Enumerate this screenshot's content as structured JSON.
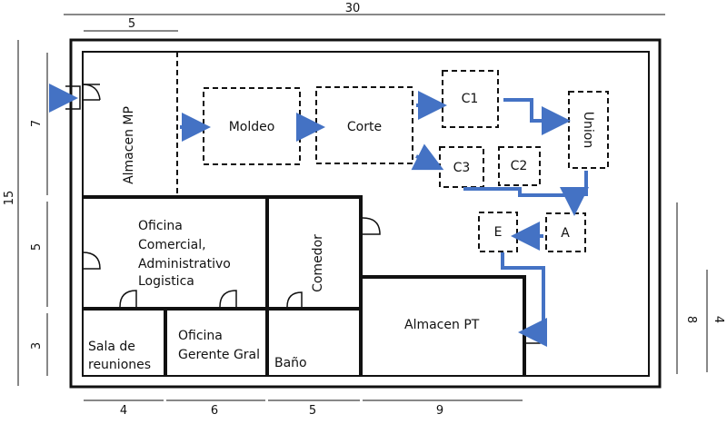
{
  "dimensions": {
    "top_total": "30",
    "top_left": "5",
    "left_total": "15",
    "left_top": "7",
    "left_mid": "5",
    "left_bottom": "3",
    "bottom_1": "4",
    "bottom_2": "6",
    "bottom_3": "5",
    "bottom_4": "9",
    "right_outer": "8",
    "right_inner": "4"
  },
  "areas": {
    "almacen_mp": "Almacen MP",
    "oficina_comercial": [
      "Oficina",
      "Comercial,",
      "Administrativo",
      "Logistica"
    ],
    "comedor": "Comedor",
    "sala_reuniones": [
      "Sala de",
      "reuniones"
    ],
    "oficina_gerente": [
      "Oficina",
      "Gerente Gral"
    ],
    "bano": "Baño",
    "almacen_pt": "Almacen PT"
  },
  "stations": {
    "moldeo": "Moldeo",
    "corte": "Corte",
    "c1": "C1",
    "c2": "C2",
    "c3": "C3",
    "union": "Union",
    "e": "E",
    "a": "A"
  },
  "colors": {
    "flow": "#4472c4",
    "walls": "#111111"
  }
}
